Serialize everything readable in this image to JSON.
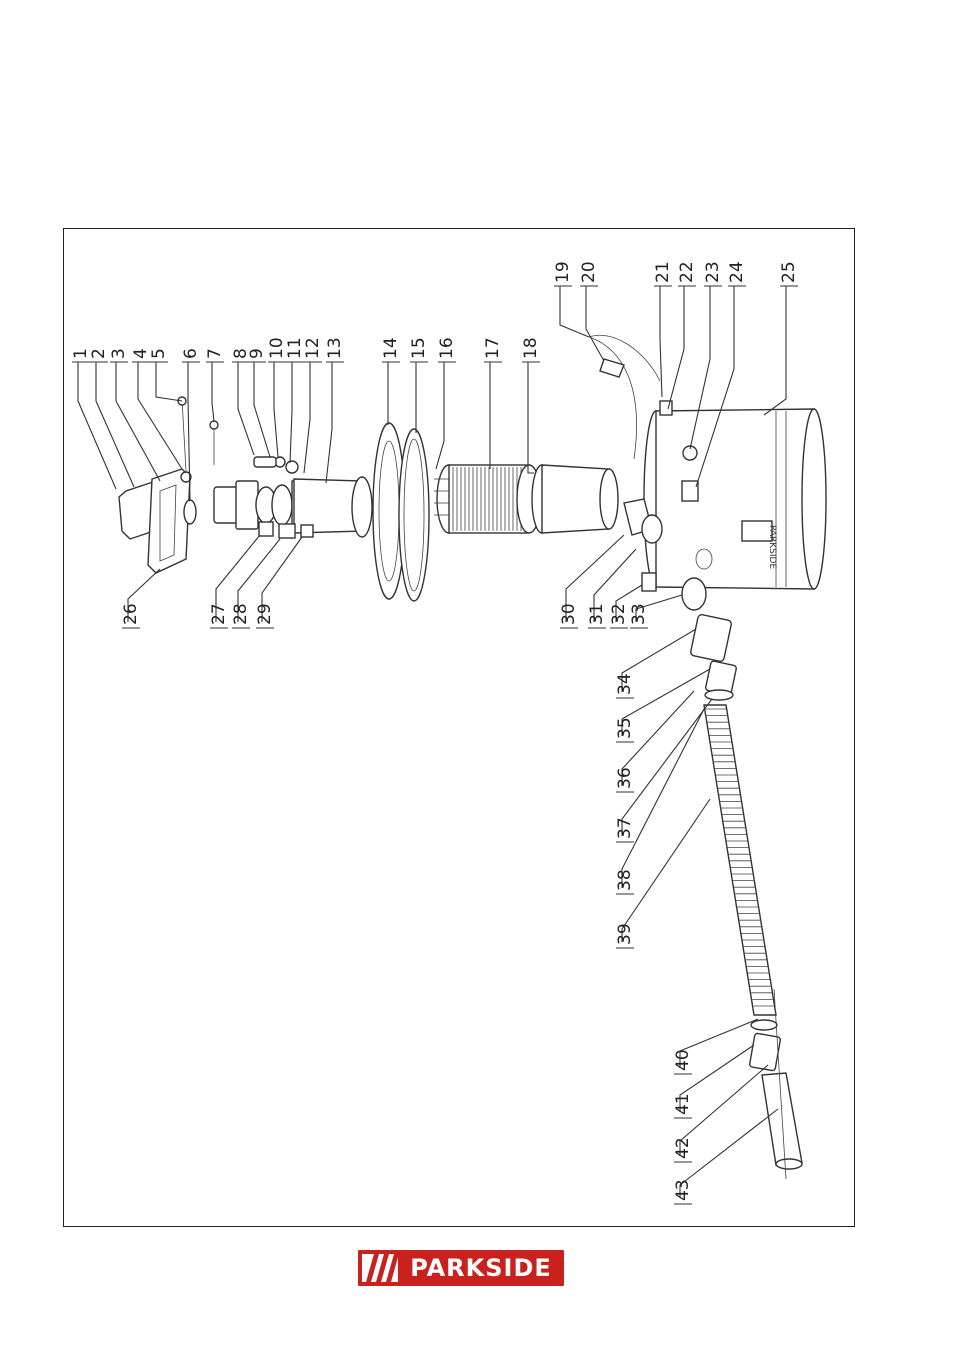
{
  "diagram": {
    "type": "exploded-parts-view",
    "part_numbers": [
      "1",
      "2",
      "3",
      "4",
      "5",
      "6",
      "7",
      "8",
      "9",
      "10",
      "11",
      "12",
      "13",
      "14",
      "15",
      "16",
      "17",
      "18",
      "19",
      "20",
      "21",
      "22",
      "23",
      "24",
      "25",
      "26",
      "27",
      "28",
      "29",
      "30",
      "31",
      "32",
      "33",
      "34",
      "35",
      "36",
      "37",
      "38",
      "39",
      "40",
      "41",
      "42",
      "43"
    ],
    "housing_badge_text": "PARKSIDE"
  },
  "brand": {
    "logo_text": "PARKSIDE",
    "logo_color": "#c9211e"
  }
}
